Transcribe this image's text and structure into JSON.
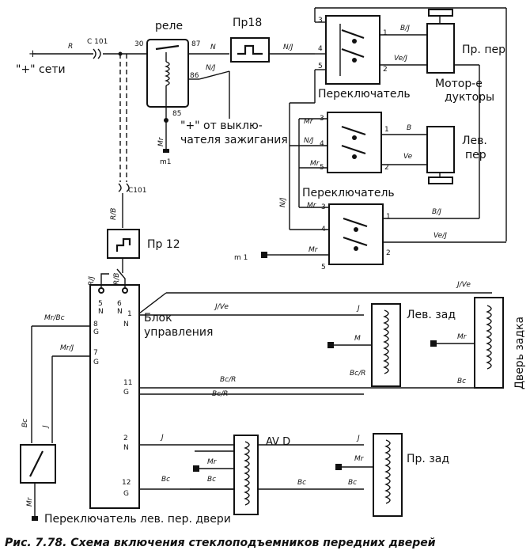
{
  "labels": {
    "supply": "\"+\" сети",
    "plus_sign": "+",
    "relay": "реле",
    "fuse18": "Пр18",
    "fuse12": "Пр 12",
    "ign_line1": "\"+\" от выклю-",
    "ign_line2": "чателя зажигания",
    "rh_front": "Пр. пер",
    "lh_front_1": "Лев.",
    "lh_front_2": "пер",
    "motor_1": "Мотор-е",
    "motor_2": "дукторы",
    "switch": "Переключатель",
    "control_1": "Блок",
    "control_2": "управления",
    "lh_rear": "Лев. зад",
    "rh_rear": "Пр. зад",
    "rear_door": "Дверь задка",
    "avd": "AV D",
    "driver_switch": "Переключатель лев. пер. двери",
    "m1a": "m1",
    "m1b": "m 1"
  },
  "wires": {
    "R": "R",
    "N": "N",
    "NJ": "N/J",
    "BJ": "B/J",
    "VeJ": "Ve/J",
    "B": "B",
    "Ve": "Ve",
    "Mr": "Mr",
    "RB": "R/B",
    "RJ": "R/J",
    "JVe": "J/Ve",
    "J": "J",
    "M": "M",
    "BcR": "Bc/R",
    "Bc": "Bc",
    "MrBc": "Mr/Bc",
    "MrJ": "Mr/J"
  },
  "pins": {
    "c101": "C 101",
    "c101b": "C101",
    "p30": "30",
    "p87": "87",
    "p86": "86",
    "p85": "85",
    "s1": "1",
    "s2": "2",
    "s3": "3",
    "s4": "4",
    "s5": "5",
    "b5": "5",
    "b6": "6",
    "b1": "1",
    "b8": "8",
    "b7": "7",
    "b11": "11",
    "b2": "2",
    "b12": "12",
    "gN": "N",
    "gG": "G"
  },
  "caption": "Рис. 7.78. Схема включения стеклоподъемников передних дверей"
}
